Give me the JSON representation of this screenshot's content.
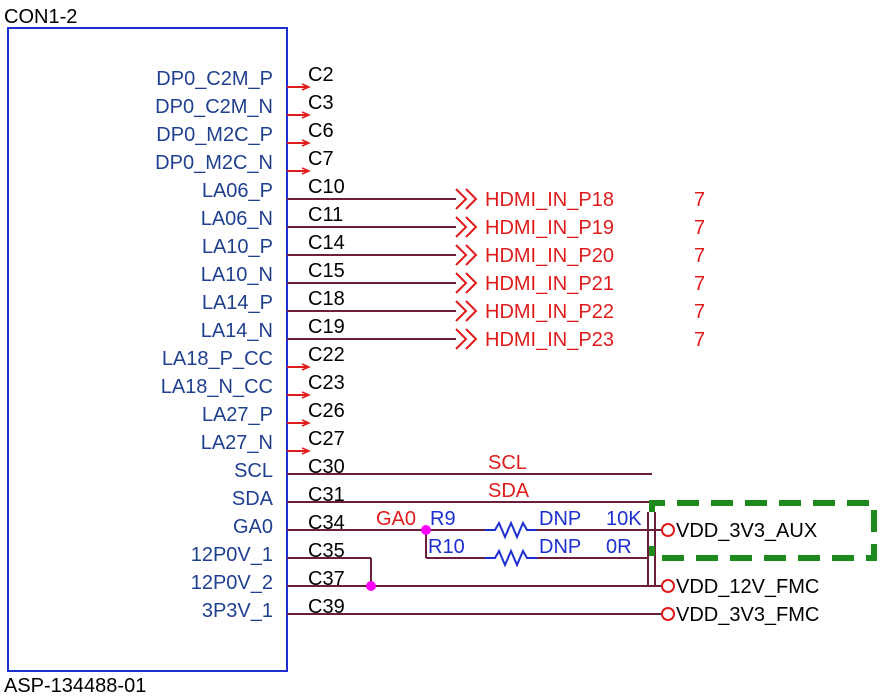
{
  "connector": {
    "title": "CON1-2",
    "part_number": "ASP-134488-01",
    "pins": [
      {
        "name": "DP0_C2M_P",
        "num": "C2"
      },
      {
        "name": "DP0_C2M_N",
        "num": "C3"
      },
      {
        "name": "DP0_M2C_P",
        "num": "C6"
      },
      {
        "name": "DP0_M2C_N",
        "num": "C7"
      },
      {
        "name": "LA06_P",
        "num": "C10"
      },
      {
        "name": "LA06_N",
        "num": "C11"
      },
      {
        "name": "LA10_P",
        "num": "C14"
      },
      {
        "name": "LA10_N",
        "num": "C15"
      },
      {
        "name": "LA14_P",
        "num": "C18"
      },
      {
        "name": "LA14_N",
        "num": "C19"
      },
      {
        "name": "LA18_P_CC",
        "num": "C22"
      },
      {
        "name": "LA18_N_CC",
        "num": "C23"
      },
      {
        "name": "LA27_P",
        "num": "C26"
      },
      {
        "name": "LA27_N",
        "num": "C27"
      },
      {
        "name": "SCL",
        "num": "C30"
      },
      {
        "name": "SDA",
        "num": "C31"
      },
      {
        "name": "GA0",
        "num": "C34"
      },
      {
        "name": "12P0V_1",
        "num": "C35"
      },
      {
        "name": "12P0V_2",
        "num": "C37"
      },
      {
        "name": "3P3V_1",
        "num": "C39"
      }
    ]
  },
  "hdmi_nets": [
    {
      "label": "HDMI_IN_P18",
      "page": "7"
    },
    {
      "label": "HDMI_IN_P19",
      "page": "7"
    },
    {
      "label": "HDMI_IN_P20",
      "page": "7"
    },
    {
      "label": "HDMI_IN_P21",
      "page": "7"
    },
    {
      "label": "HDMI_IN_P22",
      "page": "7"
    },
    {
      "label": "HDMI_IN_P23",
      "page": "7"
    }
  ],
  "nets": {
    "scl": "SCL",
    "sda": "SDA",
    "ga0": "GA0"
  },
  "resistors": [
    {
      "ref": "R9",
      "dnp": "DNP",
      "value": "10K"
    },
    {
      "ref": "R10",
      "dnp": "DNP",
      "value": "0R"
    }
  ],
  "power_ports": [
    {
      "label": "VDD_3V3_AUX"
    },
    {
      "label": "VDD_12V_FMC"
    },
    {
      "label": "VDD_3V3_FMC"
    }
  ],
  "colors": {
    "box": "#1c2fd0",
    "pin_label": "#1f3f8f",
    "wire": "#6b1f3c",
    "net_label": "#e01b1b",
    "resistor": "#1c2fd0",
    "junction": "#ff00ff",
    "highlight": "#1d8a1d"
  }
}
